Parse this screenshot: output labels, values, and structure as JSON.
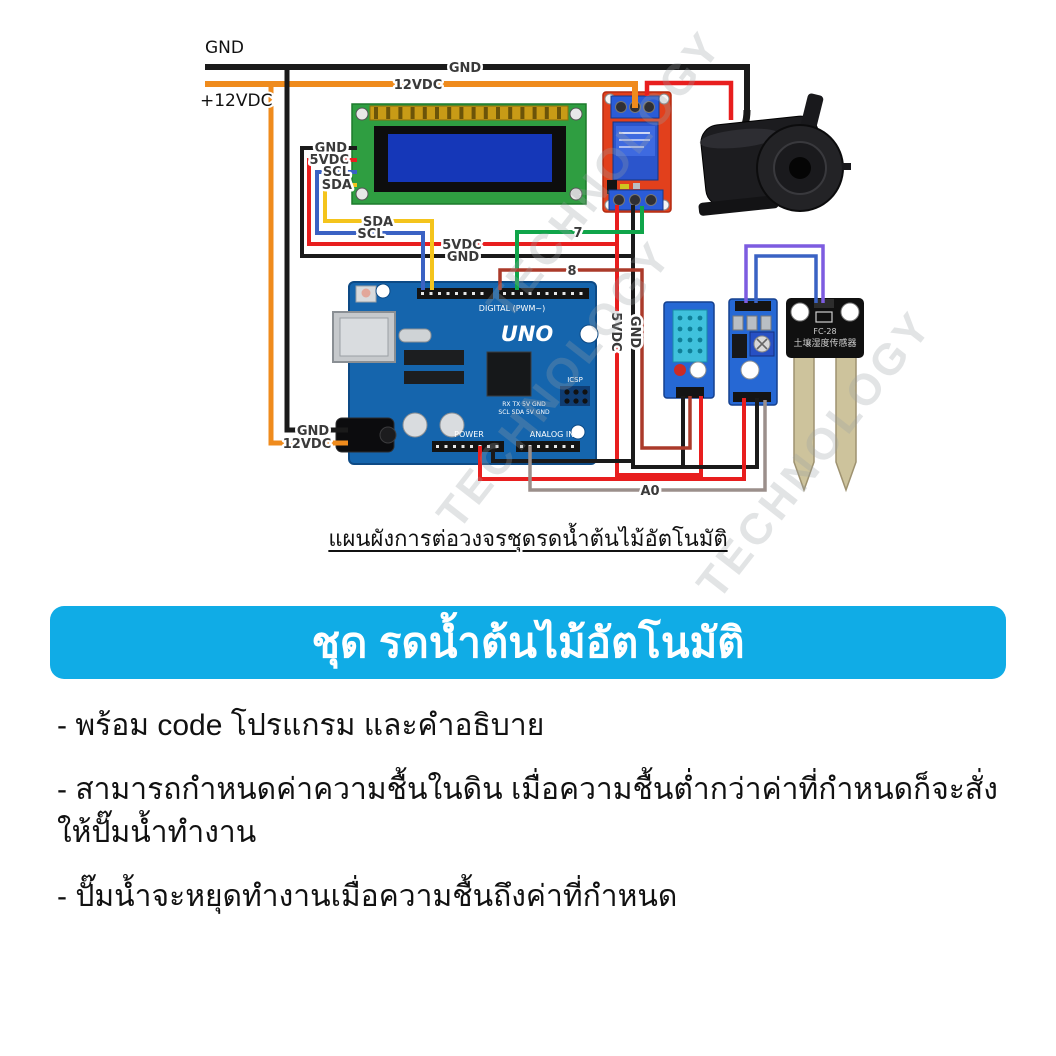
{
  "diagram": {
    "caption": "แผนผังการต่อวงจรชุดรดน้ำต้นไม้อัตโนมัติ",
    "watermark": "TECHNOLOGY",
    "wire_labels": {
      "gnd_top": "GND",
      "plus12vdc": "+12VDC",
      "gnd_inline_top": "GND",
      "v12_inline_top": "12VDC",
      "lcd_gnd": "GND",
      "lcd_5vdc": "5VDC",
      "lcd_scl": "SCL",
      "lcd_sda": "SDA",
      "sda_inline": "SDA",
      "scl_inline": "SCL",
      "v5_inline": "5VDC",
      "gnd_inline_mid": "GND",
      "pin7": "7",
      "pin8": "8",
      "jack_gnd": "GND",
      "jack_12vdc": "12VDC",
      "v5_vertical": "5VDC",
      "gnd_vertical": "GND",
      "a0": "A0"
    },
    "arduino": {
      "name": "UNO",
      "digital": "DIGITAL (PWM~)",
      "power": "POWER",
      "analog": "ANALOG IN",
      "icsp": "ICSP",
      "pins_row1": "RX TX 5V GND",
      "pins_row2": "SCL SDA 5V GND"
    },
    "probe": {
      "model": "FC-28",
      "label_cn": "土壤湿度传感器"
    }
  },
  "banner": {
    "title": "ชุด รดน้ำต้นไม้อัตโนมัติ"
  },
  "features": [
    "- พร้อม code โปรแกรม และคำอธิบาย",
    "- สามารถกำหนดค่าความชื้นในดิน เมื่อความชื้นต่ำกว่าค่าที่กำหนดก็จะสั่งให้ปั๊มน้ำทำงาน",
    "- ปั๊มน้ำจะหยุดทำงานเมื่อความชื้นถึงค่าที่กำหนด"
  ],
  "colors": {
    "banner_bg": "#10ace6",
    "wire_black": "#1a1a1a",
    "wire_orange": "#ef8b1d",
    "wire_red": "#e81e1e",
    "wire_yellow": "#f4c41c",
    "wire_blue": "#3a62c4",
    "wire_green": "#10a54a",
    "wire_darkred": "#ab3a2a",
    "wire_gray": "#9b8f8b",
    "wire_purple": "#7d5ce0"
  }
}
